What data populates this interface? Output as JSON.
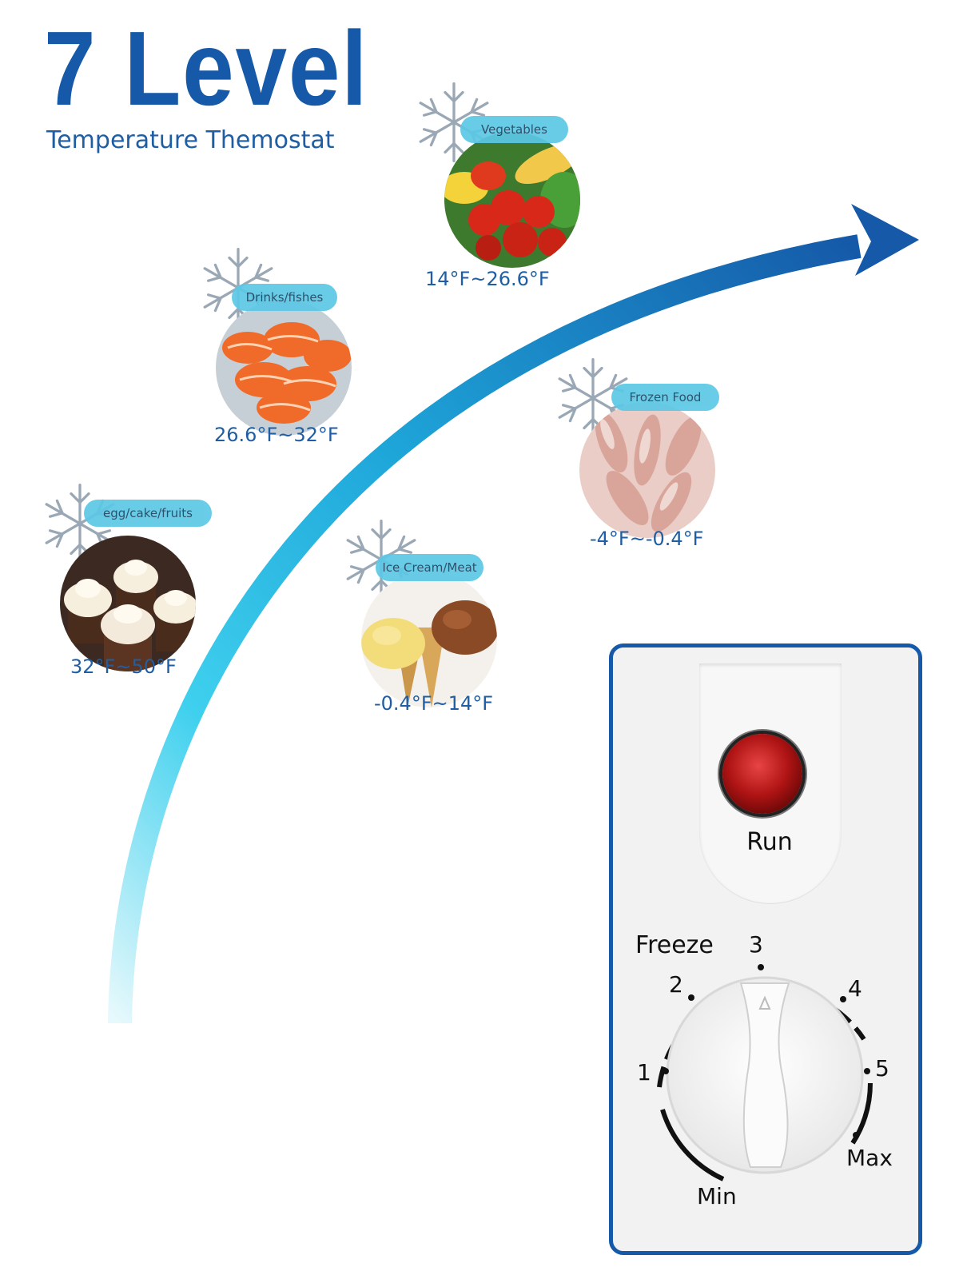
{
  "header": {
    "title": "7 Level",
    "subtitle": "Temperature Themostat"
  },
  "levels": [
    {
      "label": "egg/cake/fruits",
      "range": "32°F~50°F"
    },
    {
      "label": "Drinks/fishes",
      "range": "26.6°F~32°F"
    },
    {
      "label": "Vegetables",
      "range": "14°F~26.6°F"
    },
    {
      "label": "Ice Cream/Meat",
      "range": "-0.4°F~14°F"
    },
    {
      "label": "Frozen Food",
      "range": "-4°F~-0.4°F"
    }
  ],
  "panel": {
    "indicator_label": "Run",
    "dial": {
      "freeze_label": "Freeze",
      "min_label": "Min",
      "max_label": "Max",
      "marks": [
        "1",
        "2",
        "3",
        "4",
        "5"
      ]
    }
  },
  "colors": {
    "title_blue": "#1559a8",
    "arrow_start": "#d9f6fb",
    "arrow_mid": "#29c4e6",
    "arrow_end": "#1559a8",
    "pill": "#5cc8e6",
    "indicator_red": "#b01414"
  }
}
